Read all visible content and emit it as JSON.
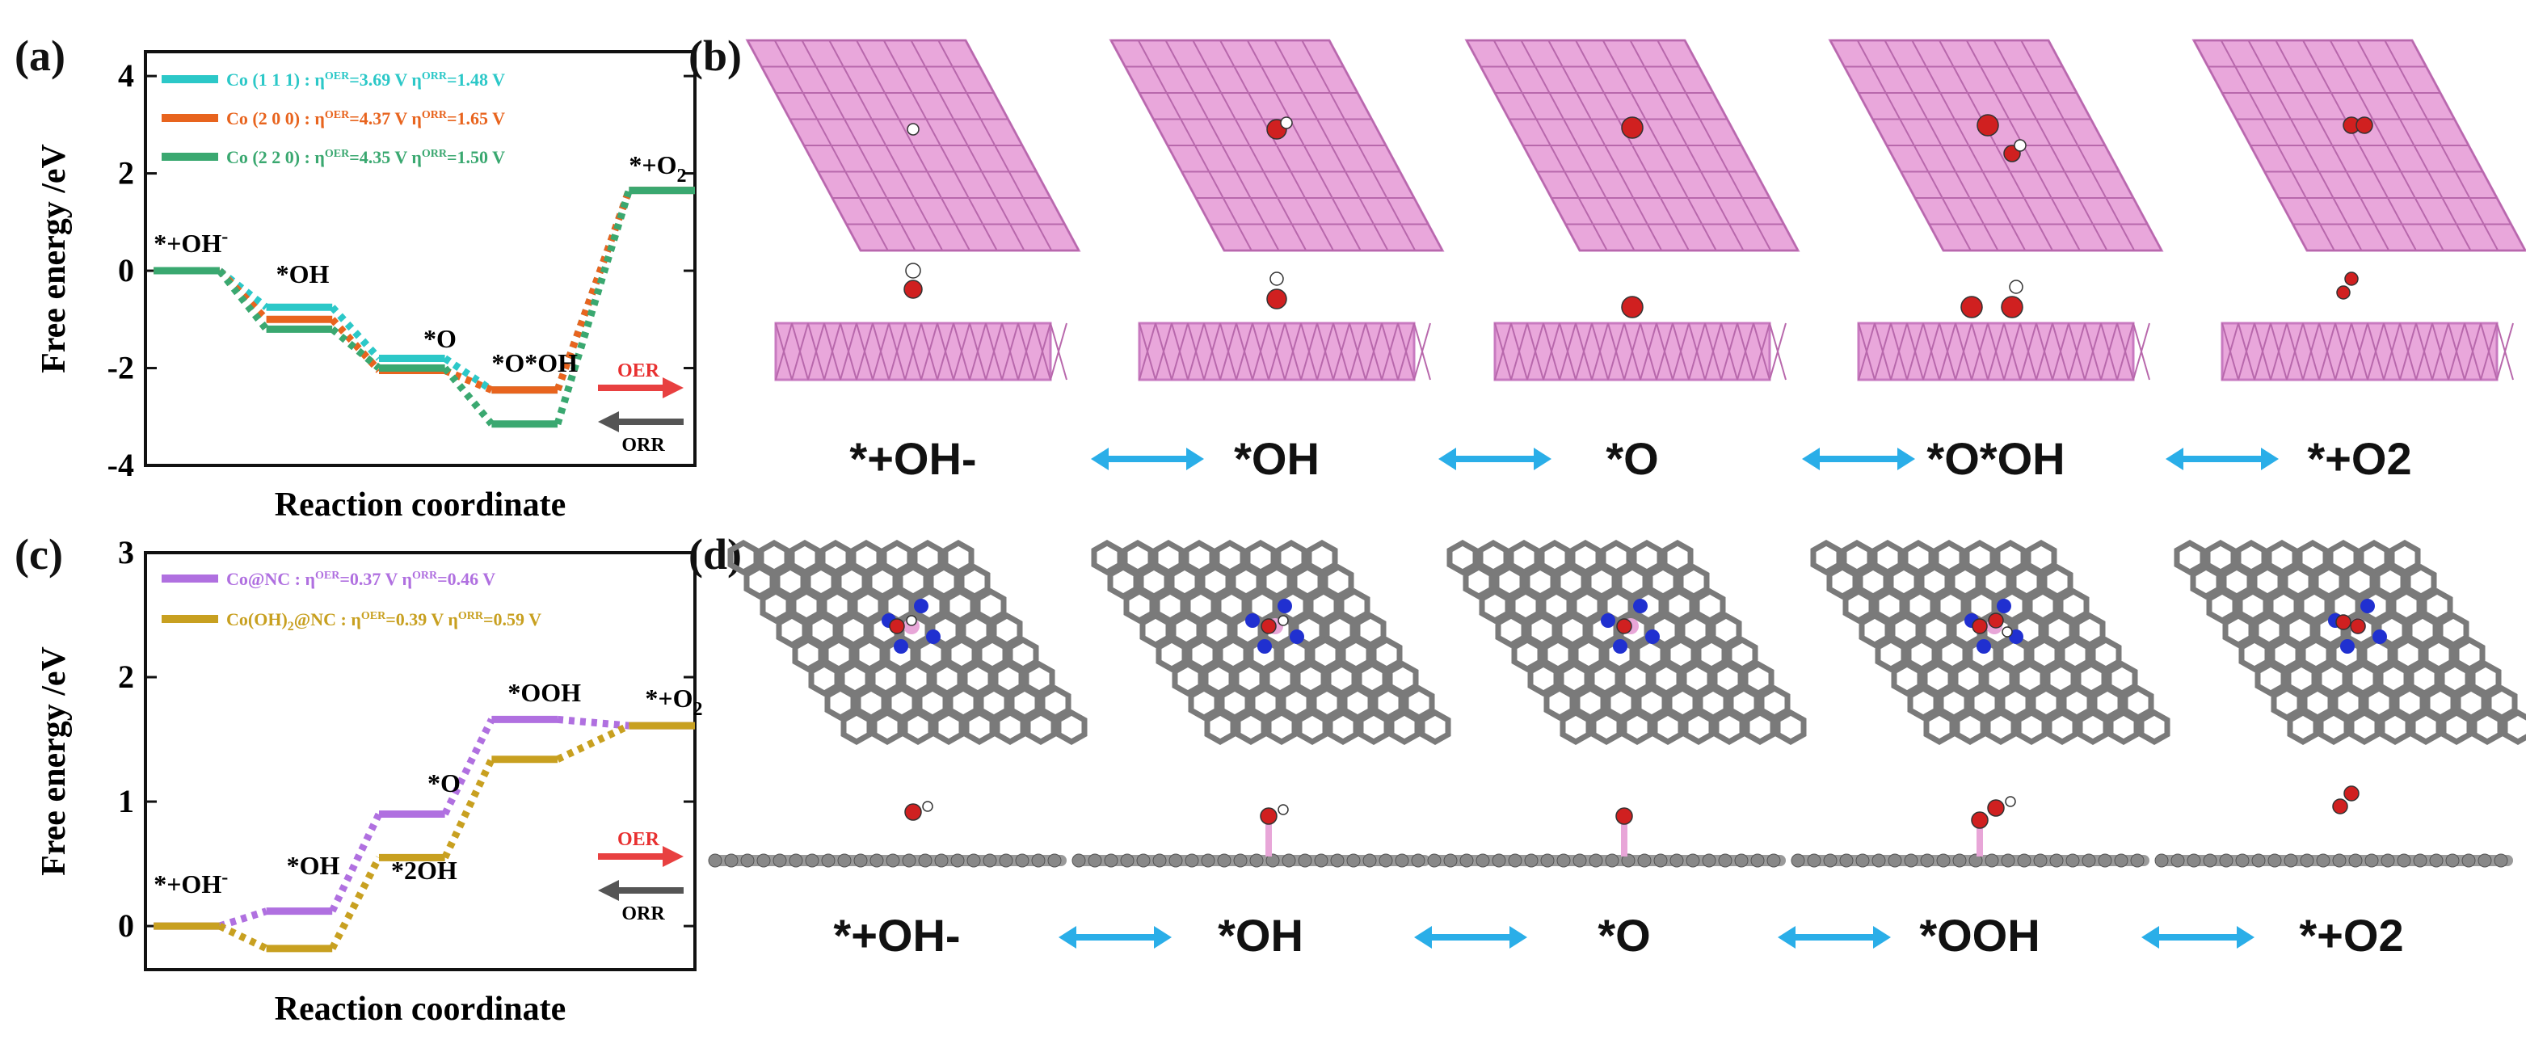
{
  "panels": {
    "a": "(a)",
    "b": "(b)",
    "c": "(c)",
    "d": "(d)"
  },
  "chart_data": [
    {
      "type": "line",
      "panel": "a",
      "xlabel": "Reaction coordinate",
      "ylabel": "Free energy /eV",
      "ylim": [
        -4,
        4.5
      ],
      "yticks": [
        "-4",
        "-2",
        "0",
        "2",
        "4"
      ],
      "step_labels": [
        "*+OH",
        "*OH",
        "*O",
        "*O*OH",
        "*+O"
      ],
      "step_label_super": [
        "-",
        "",
        "",
        "",
        ""
      ],
      "step_label_sub": [
        "",
        "",
        "",
        "",
        "2"
      ],
      "series": [
        {
          "name": "Co (1 1 1)",
          "color": "#2cc8c8",
          "values": [
            0,
            -0.75,
            -1.8,
            -2.45,
            1.65
          ],
          "eta_oer": "3.69 V",
          "eta_orr": "1.48 V"
        },
        {
          "name": "Co (2 0 0)",
          "color": "#e8641e",
          "values": [
            0,
            -1.0,
            -2.05,
            -2.45,
            1.65
          ],
          "eta_oer": "4.37 V",
          "eta_orr": "1.65 V"
        },
        {
          "name": "Co (2 2 0)",
          "color": "#3aa870",
          "values": [
            0,
            -1.2,
            -2.0,
            -3.15,
            1.65
          ],
          "eta_oer": "4.35 V",
          "eta_orr": "1.50 V"
        }
      ],
      "arrows": {
        "forward": "OER",
        "backward": "ORR"
      }
    },
    {
      "type": "line",
      "panel": "c",
      "xlabel": "Reaction coordinate",
      "ylabel": "Free energy /eV",
      "ylim": [
        -0.35,
        3
      ],
      "yticks": [
        "0",
        "1",
        "2",
        "3"
      ],
      "step_labels": [
        "*+OH",
        "*OH",
        "*O",
        "*OOH",
        "*+O"
      ],
      "step_label_super": [
        "-",
        "",
        "",
        "",
        ""
      ],
      "step_label_sub": [
        "",
        "",
        "",
        "",
        "2"
      ],
      "extra_label": "*2OH",
      "series": [
        {
          "name": "Co@NC",
          "color": "#b070e0",
          "values": [
            0,
            0.12,
            0.9,
            1.66,
            1.61
          ],
          "eta_oer": "0.37 V",
          "eta_orr": "0.46 V"
        },
        {
          "name": "Co(OH)",
          "name_sub": "2",
          "name_tail": "@NC",
          "color": "#c8a020",
          "values": [
            0,
            -0.18,
            0.55,
            1.34,
            1.61
          ],
          "eta_oer": "0.39 V",
          "eta_orr": "0.59 V"
        }
      ],
      "arrows": {
        "forward": "OER",
        "backward": "ORR"
      }
    }
  ],
  "mechanism_b": [
    "*+OH-",
    "*OH",
    "*O",
    "*O*OH",
    "*+O2"
  ],
  "mechanism_d": [
    "*+OH-",
    "*OH",
    "*O",
    "*OOH",
    "*+O2"
  ],
  "colors": {
    "co_atom": "#e8a6d8",
    "co_edge": "#c076b6",
    "carbon": "#7a7a7a",
    "nitrogen": "#2030d0",
    "oxygen": "#d02020",
    "hydrogen": "#f4f4f4",
    "arrow_blue": "#2aaee8"
  }
}
